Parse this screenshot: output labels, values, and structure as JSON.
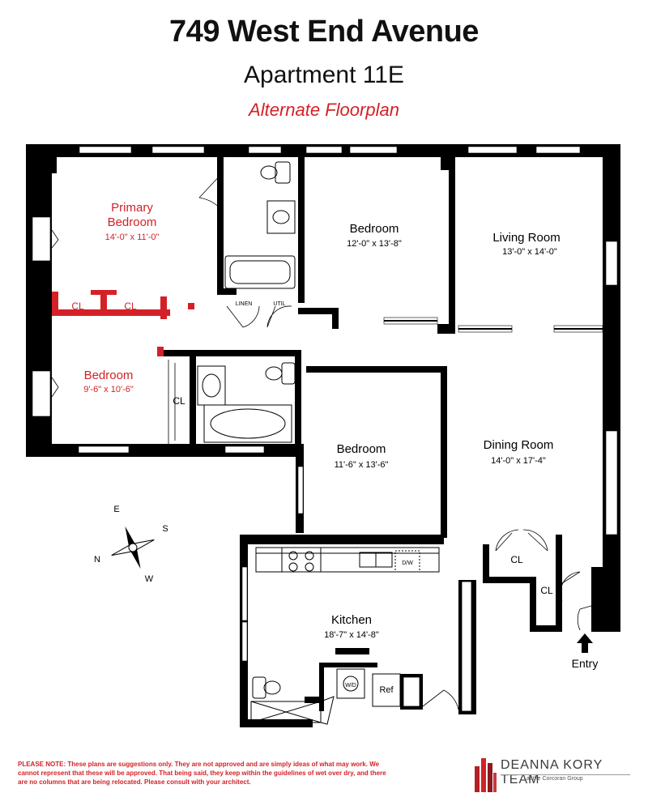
{
  "header": {
    "address": "749 West End Avenue",
    "unit": "Apartment 11E",
    "subtitle": "Alternate Floorplan"
  },
  "colors": {
    "wall": "#000000",
    "accent": "#d42127",
    "text": "#111111"
  },
  "rooms": {
    "primary_bedroom": {
      "name_line1": "Primary",
      "name_line2": "Bedroom",
      "size": "14'-0\" x 11'-0\""
    },
    "bedroom_top": {
      "name": "Bedroom",
      "size": "12'-0\" x 13'-8\""
    },
    "living_room": {
      "name": "Living Room",
      "size": "13'-0\" x 14'-0\""
    },
    "bedroom_left": {
      "name": "Bedroom",
      "size": "9'-6\" x 10'-6\""
    },
    "bedroom_middle": {
      "name": "Bedroom",
      "size": "11'-6\" x 13'-6\""
    },
    "dining_room": {
      "name": "Dining Room",
      "size": "14'-0\" x 17'-4\""
    },
    "kitchen": {
      "name": "Kitchen",
      "size": "18'-7\" x 14'-8\""
    }
  },
  "closets": {
    "cl_primary_1": "CL",
    "cl_primary_2": "CL",
    "cl_bedroom_left": "CL",
    "cl_foyer_1": "CL",
    "cl_foyer_2": "CL",
    "linen": "LINEN",
    "util": "UTIL"
  },
  "appliances": {
    "dishwasher": "D/W",
    "washer_dryer": "W/D",
    "refrigerator": "Ref"
  },
  "entry_label": "Entry",
  "compass": {
    "n": "N",
    "e": "E",
    "s": "S",
    "w": "W"
  },
  "footer": {
    "disclaimer": "PLEASE NOTE: These plans are suggestions only. They are not approved and are simply ideas of what may work. We cannot represent that these will be approved. That being said, they keep within the guidelines of wet over dry, and there are no columns that are being relocated. Please consult with your architect.",
    "brand_name": "DEANNA KORY TEAM",
    "brand_sub": "at the Corcoran Group"
  }
}
